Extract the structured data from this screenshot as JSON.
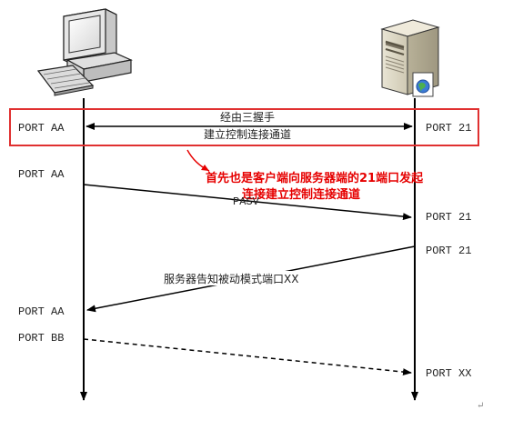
{
  "diagram": {
    "handshake_label_line1": "经由三握手",
    "handshake_label_line2": "建立控制连接通道",
    "pasv_label": "PASV",
    "server_notice_label": "服务器告知被动模式端口XX",
    "annotation_line1": "首先也是客户端向服务器端的21端口发起",
    "annotation_line2": "连接建立控制连接通道",
    "client_ports": [
      "PORT AA",
      "PORT AA",
      "PORT AA",
      "PORT BB"
    ],
    "server_ports": [
      "PORT 21",
      "PORT 21",
      "PORT 21",
      "PORT XX"
    ],
    "end_mark": "↵"
  },
  "colors": {
    "highlight_box": "#e03030",
    "annotation_text": "#e60000",
    "lines": "#000000"
  },
  "icons": {
    "client": "desktop-computer-icon",
    "server": "tower-server-icon"
  }
}
